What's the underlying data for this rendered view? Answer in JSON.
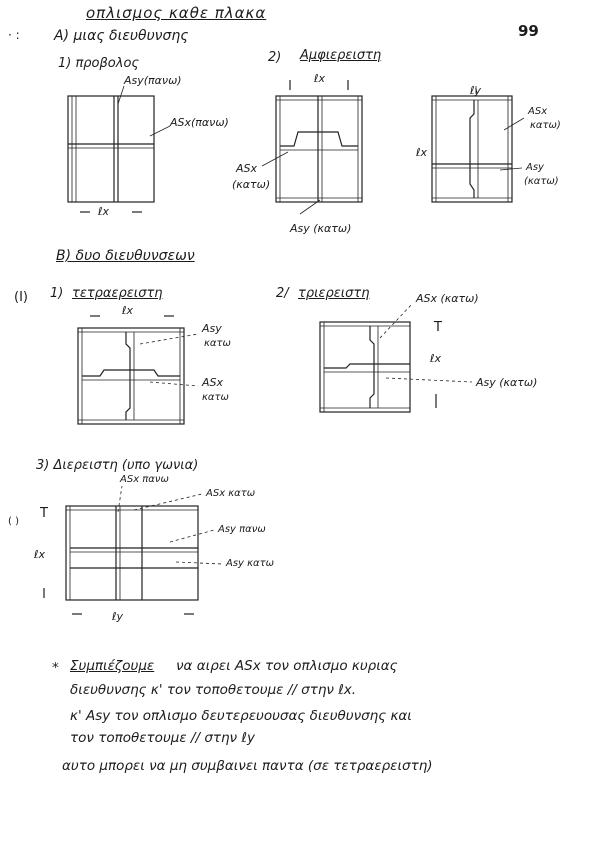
{
  "page": {
    "title": "οπλισμος καθε πλακα",
    "page_number": "99",
    "margin_mark": "·  :"
  },
  "section_a": {
    "heading": "Α)  μιας διευθυνσης",
    "case1": {
      "heading": "1)  προβολος",
      "label_asy": "Asy(πανω)",
      "label_asx": "ASx(πανω)",
      "span": "ℓx"
    },
    "case2": {
      "heading_num": "2)",
      "heading": "Αμφιερειστη",
      "span": "ℓx",
      "label_asx": "ASx",
      "label_asx_pos": "(κατω)",
      "label_asy": "Asy (κατω)"
    },
    "case3": {
      "span": "ℓy",
      "side": "ℓx",
      "label_asx": "ASx",
      "label_asx_pos": "κατω)",
      "label_asy": "Asy",
      "label_asy_pos": "(κατω)"
    }
  },
  "section_b": {
    "heading": "Β)  δυο διευθυνσεων",
    "case1": {
      "mark": "(Ι)",
      "heading_num": "1)",
      "heading": "τετραερειστη",
      "span": "ℓx",
      "label_asy": "Asy",
      "label_asy_pos": "κατω",
      "label_asx": "ASx",
      "label_asx_pos": "κατω"
    },
    "case2": {
      "heading_num": "2/",
      "heading": "τριερειστη",
      "label_asx": "ASx (κατω)",
      "mark_t": "T",
      "side": "ℓx",
      "label_asy": "Asy (κατω)"
    },
    "case3": {
      "heading": "3)  Διερειστη (υπο γωνια)",
      "label_asx_top": "ASx πανω",
      "label_asx_bot": "ASx κατω",
      "label_asy_top": "Asy πανω",
      "label_asy_bot": "Asy κατω",
      "mark": "( )",
      "mark_t": "T",
      "side": "ℓx",
      "span": "ℓy"
    }
  },
  "notes": {
    "star": "*",
    "line1_u": "Συμπιέζουμε",
    "line1": "να αιρει ASx τον οπλισμο κυριας",
    "line2": "διευθυνσης  κ' τον τοποθετουμε // στην ℓx.",
    "line3": "κ' Asy τον οπλισμο δευτερευουσας διευθυνσης και",
    "line4": "τον τοποθετουμε  // στην ℓy",
    "line5": "αυτο μπορει να μη συμβαινει παντα  (σε τετραερειστη)"
  }
}
